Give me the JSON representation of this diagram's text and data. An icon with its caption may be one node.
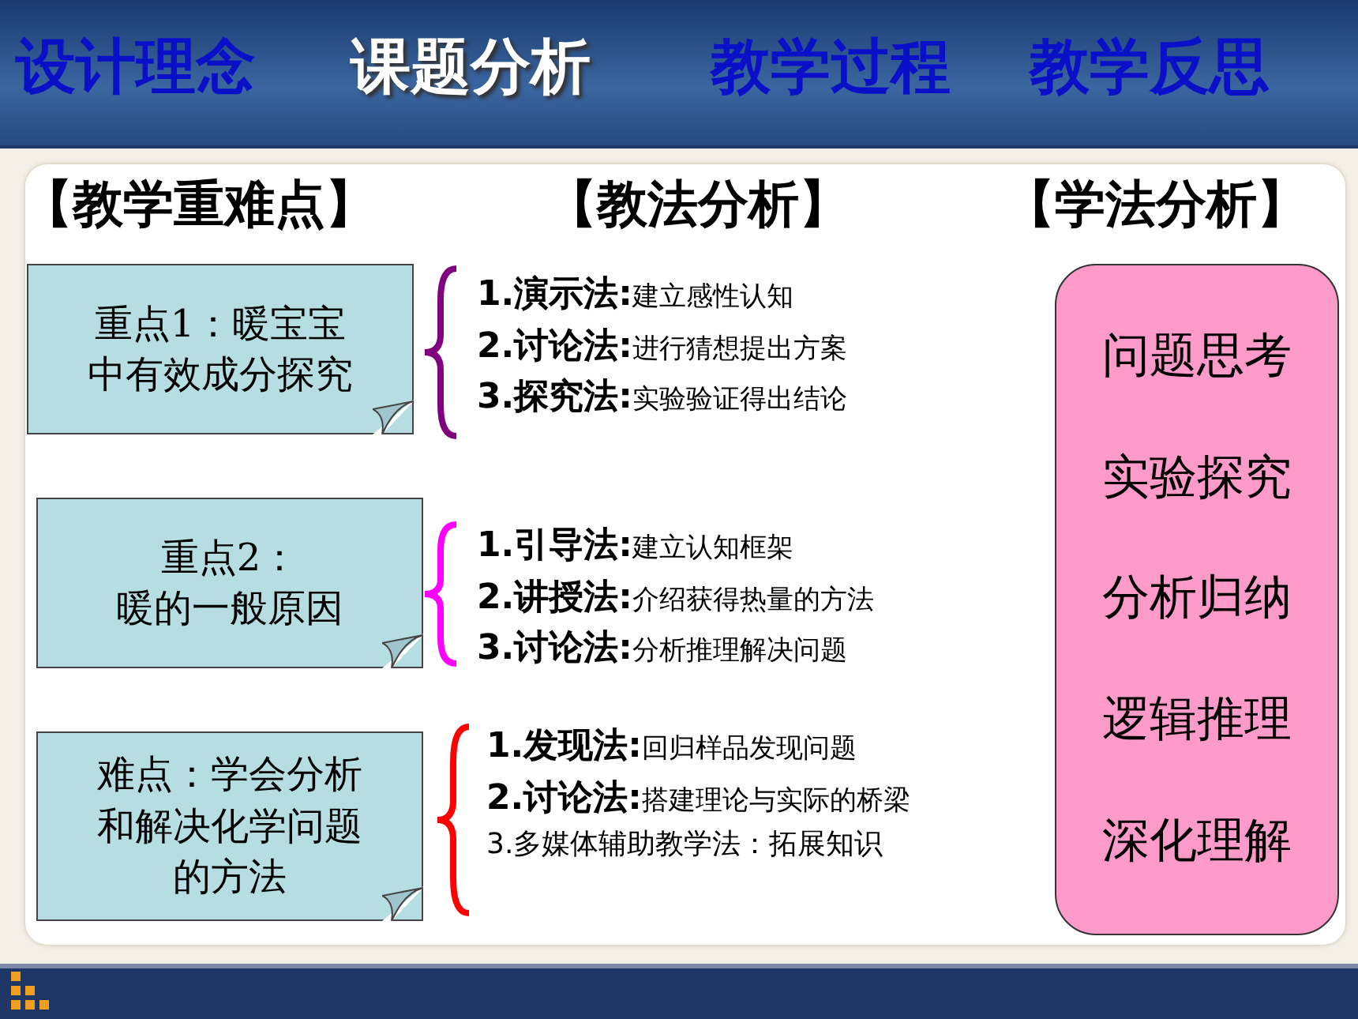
{
  "diagram": {
    "nodes": [
      {
        "text": [
          "重点1：暖宝宝中有效成分探究"
        ]
      },
      {
        "text": [
          "重点2：暖的一般原因"
        ]
      },
      {
        "text": [
          "难点：学会分析和解决化学问题的方法"
        ]
      },
      {
        "text": [
          "**1.演示法:**建立感性认知",
          "**2.讨论法:**进行猜想提出方案",
          "**3.探究法:**实验验证得出结论"
        ]
      },
      {
        "text": [
          "**1.引导法:**建立认知框架",
          "**2.讲授法:**介绍获得热量的方法",
          "**3.讨论法:**分析推理解决问题"
        ]
      },
      {
        "text": [
          "**1.发现法:**回归样品发现问题",
          "**2.讨论法:**搭建理论与实际的桥梁",
          "3.多媒体辅助教学法：拓展知识"
        ]
      },
      {
        "text": [
          "问题思考",
          "实验探究",
          "分析归纳",
          "逻辑推理",
          "深化理解"
        ]
      }
    ],
    "labels": [
      "设计理念",
      "课题分析",
      "教学过程",
      "教学反思",
      "【教学重难点】",
      "【教法分析】",
      "【学法分析】"
    ]
  }
}
